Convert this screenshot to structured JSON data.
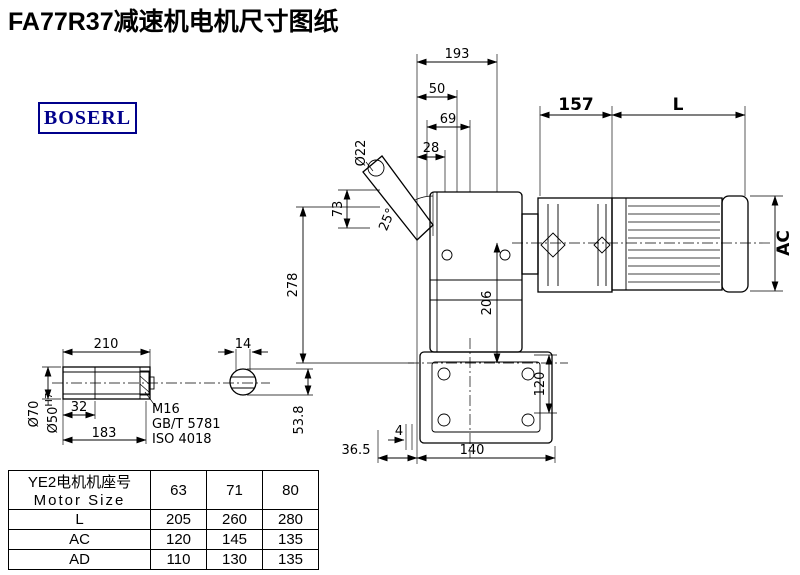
{
  "page": {
    "title": "FA77R37减速机电机尺寸图纸",
    "brand": "BOSERL"
  },
  "dims": {
    "w193": "193",
    "w50": "50",
    "w69": "69",
    "w28": "28",
    "hole22": "Ø22",
    "h73": "73",
    "angle25": "25°",
    "len157": "157",
    "lenL": "L",
    "acLabel": "AC",
    "h278": "278",
    "h206": "206",
    "h120": "120",
    "gap4": "4",
    "off365": "36.5",
    "w140": "140",
    "shaft210": "210",
    "key14": "14",
    "od70": "Ø70",
    "bore50": "Ø50",
    "boreTol": "H7",
    "l32": "32",
    "l183": "183",
    "thread": "M16",
    "std1": "GB/T 5781",
    "std2": "ISO 4018",
    "k538": "53.8"
  },
  "table": {
    "headerCn": "YE2电机机座号",
    "headerEn": "Motor Size",
    "sizes": [
      "63",
      "71",
      "80"
    ],
    "rows": [
      {
        "label": "L",
        "values": [
          "205",
          "260",
          "280"
        ]
      },
      {
        "label": "AC",
        "values": [
          "120",
          "145",
          "135"
        ]
      },
      {
        "label": "AD",
        "values": [
          "110",
          "130",
          "135"
        ]
      }
    ]
  }
}
